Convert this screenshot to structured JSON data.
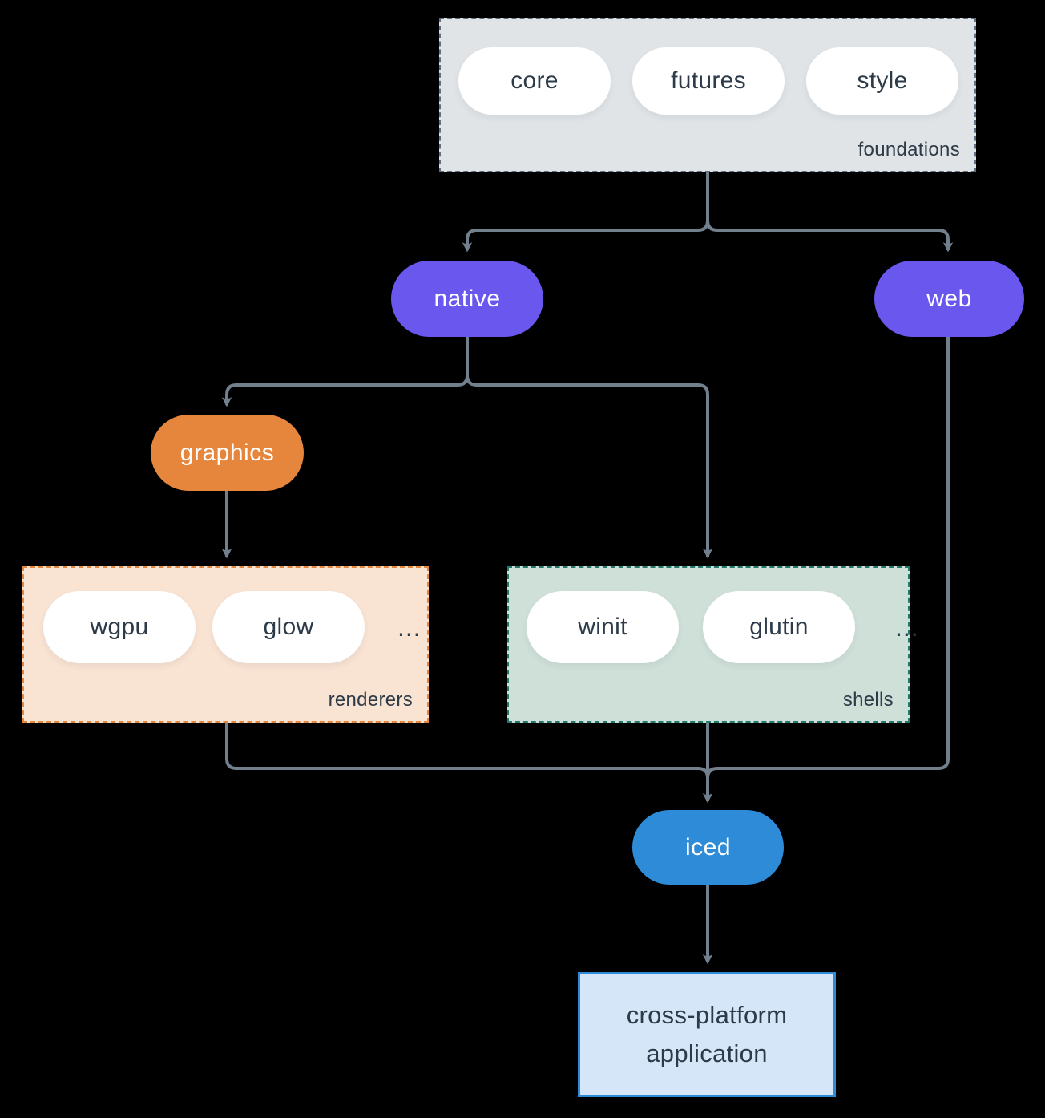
{
  "foundations": {
    "pills": [
      "core",
      "futures",
      "style"
    ],
    "label": "foundations"
  },
  "nodes": {
    "native": "native",
    "web": "web",
    "graphics": "graphics",
    "iced": "iced"
  },
  "renderers": {
    "pills": [
      "wgpu",
      "glow"
    ],
    "ellipsis": "...",
    "label": "renderers"
  },
  "shells": {
    "pills": [
      "winit",
      "glutin"
    ],
    "ellipsis": "...",
    "label": "shells"
  },
  "application": {
    "lines": [
      "cross-platform",
      "application"
    ]
  },
  "colors": {
    "background": "#000000",
    "edge": "#72808e",
    "purple": "#6a57ee",
    "orange": "#e6853c",
    "blue": "#2e8bd8",
    "text_dark": "#2d3a48",
    "foundations_fill": "#e0e4e7",
    "foundations_border": "#5f7081",
    "renderers_fill": "#f9e3d3",
    "shells_fill": "#cfe0d9",
    "shells_border": "#20796a",
    "application_fill": "#d4e6f7"
  }
}
